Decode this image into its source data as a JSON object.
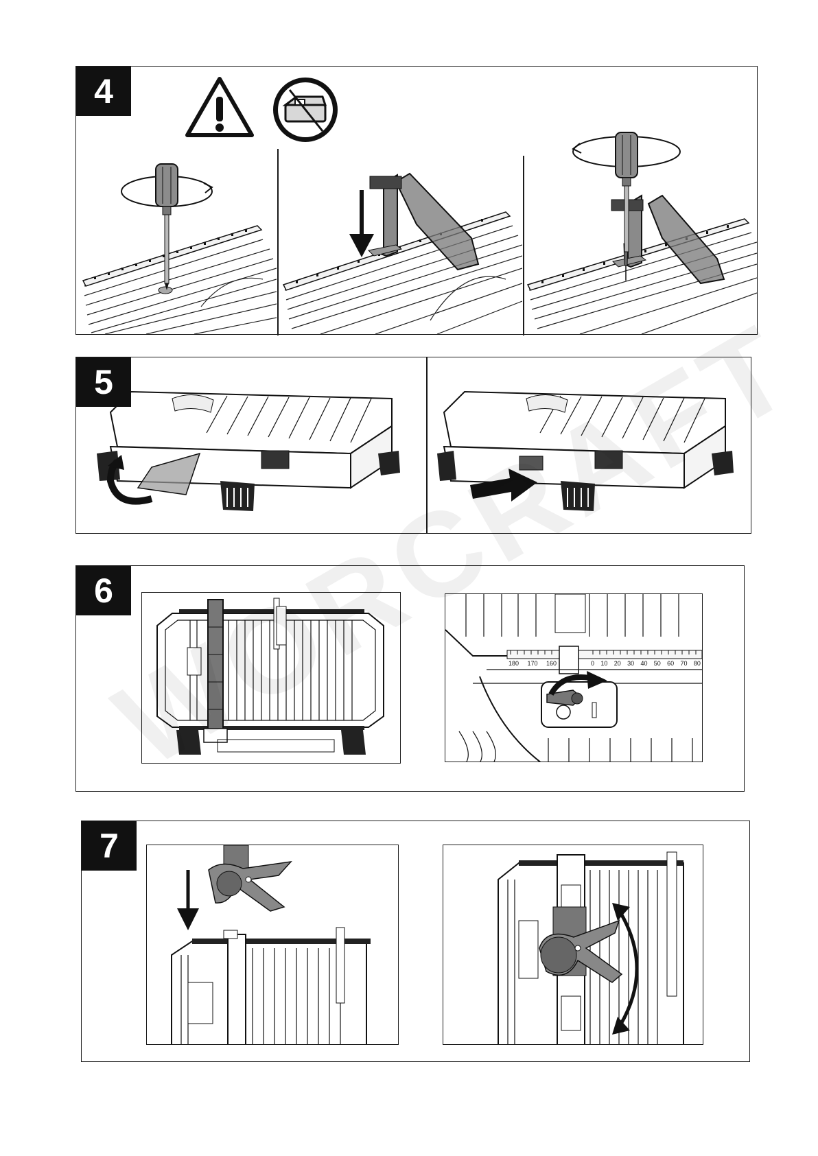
{
  "steps": [
    {
      "number": "4",
      "frames": [
        "screw-removal",
        "mount-guard",
        "screw-fixing"
      ]
    },
    {
      "number": "5",
      "frames": [
        "tray-fold-out",
        "tray-push-in"
      ]
    },
    {
      "number": "6",
      "frames": [
        "fence-overview",
        "lock-knob-detail"
      ]
    },
    {
      "number": "7",
      "frames": [
        "mitre-guide-insert",
        "mitre-guide-angle"
      ]
    }
  ],
  "scale": {
    "left_ticks": [
      "180",
      "170",
      "160"
    ],
    "right_ticks": [
      "0",
      "10",
      "20",
      "30",
      "40",
      "50",
      "60",
      "70",
      "80"
    ]
  },
  "watermark": "WORCRAFT",
  "icons": [
    "warning-icon",
    "no-battery-icon",
    "screwdriver-icon",
    "rotation-arrow-icon",
    "down-arrow-icon",
    "push-arrow-icon"
  ]
}
